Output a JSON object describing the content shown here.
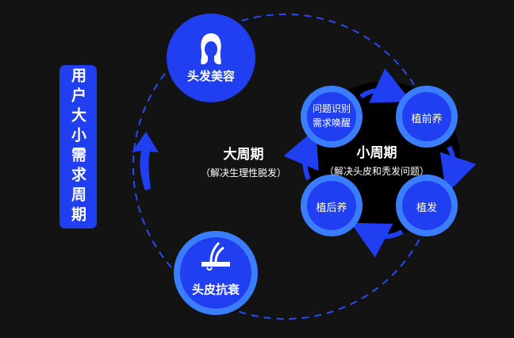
{
  "sidebar": {
    "label": "用户大小需求周期"
  },
  "big_cycle": {
    "title": "大周期",
    "subtitle": "（解决生理性脱发）"
  },
  "small_cycle": {
    "title": "小周期",
    "subtitle": "（解决头皮和秃发问题）"
  },
  "nodes": {
    "beauty": {
      "label": "头发美容"
    },
    "scalp": {
      "label": "头皮抗衰"
    },
    "awaken_line1": "问题识别",
    "awaken_line2": "需求唤醒",
    "pre": {
      "label": "植前养"
    },
    "plant": {
      "label": "植发"
    },
    "post": {
      "label": "植后养"
    }
  },
  "colors": {
    "background": "#131313",
    "primary_blue": "#1f3ff0",
    "ring_blue": "#3a7dff",
    "dash_blue": "#2a4bf0"
  }
}
